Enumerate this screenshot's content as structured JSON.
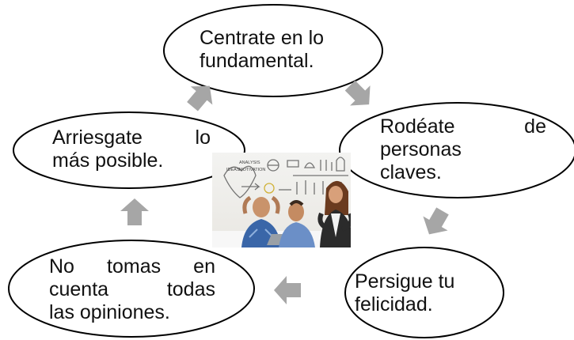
{
  "diagram": {
    "nodes": [
      {
        "id": "top",
        "lines": [
          "Centrate en lo",
          "fundamental."
        ]
      },
      {
        "id": "right",
        "lines": [
          "Rodéate de",
          "personas",
          "claves."
        ]
      },
      {
        "id": "bottom-right",
        "lines": [
          "Persigue tu",
          "felicidad."
        ]
      },
      {
        "id": "bottom-left",
        "lines": [
          "No tomas en",
          "cuenta todas",
          "las opiniones."
        ]
      },
      {
        "id": "left",
        "lines": [
          "Arriesgate lo",
          "más posible."
        ]
      }
    ],
    "center_image": {
      "name": "team-photo",
      "sketch_labels": [
        "IDEAS",
        "ANALYSIS",
        "MOTIVATION"
      ]
    },
    "colors": {
      "outline": "#000000",
      "arrow": "#a6a6a6",
      "text": "#111111"
    }
  }
}
